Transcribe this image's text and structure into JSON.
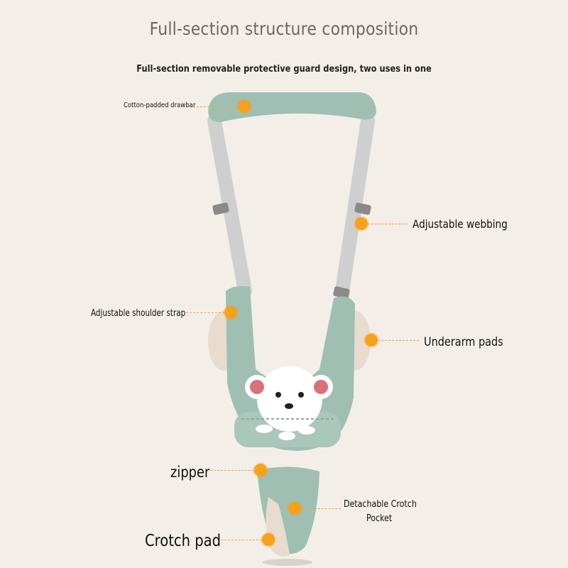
{
  "heading": {
    "title": "Full-section structure composition",
    "subtitle": "Full-section removable protective guard design, two uses in one"
  },
  "callouts": {
    "drawbar": "Cotton-padded drawbar",
    "webbing": "Adjustable webbing",
    "shoulder_strap": "Adjustable shoulder strap",
    "underarm_pads": "Underarm pads",
    "zipper": "zipper",
    "crotch_pocket_line1": "Detachable Crotch",
    "crotch_pocket_line2": "Pocket",
    "crotch_pad": "Crotch pad"
  },
  "colors": {
    "background": "#f3efe8",
    "accent_dot": "#f7a11a",
    "fabric_green": "#9fbfb3",
    "strap_grey": "#cfcfcf"
  }
}
